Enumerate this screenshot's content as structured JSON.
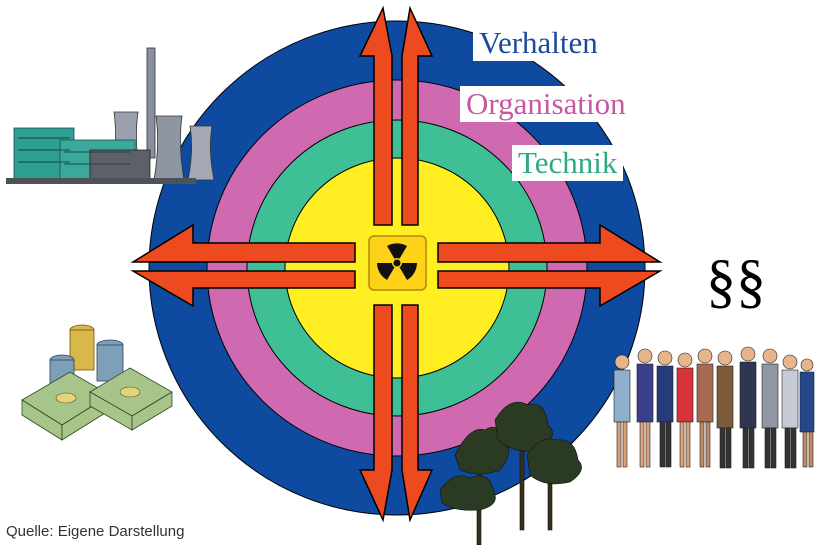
{
  "labels": {
    "behavior": "Verhalten",
    "organization": "Organisation",
    "technology": "Technik",
    "law_symbol": "§§",
    "source": "Quelle: Eigene Darstellung"
  },
  "colors": {
    "behavior_ring": "#0d4aa0",
    "organization_ring": "#d06ab0",
    "technology_ring": "#3fbf96",
    "core": "#ffee22",
    "arrow_fill": "#ee4a20",
    "arrow_outline": "#000000",
    "hazard_box": "#ffd21a",
    "behavior_text": "#1a4a9c",
    "organization_text": "#c8579f",
    "technology_text": "#2eaa80"
  },
  "icons": {
    "center": "radiation-hazard-icon",
    "top_left": "power-plant-icon",
    "bottom_left": "money-icon",
    "bottom_right": "people-group-icon",
    "bottom_center": "trees-icon"
  }
}
